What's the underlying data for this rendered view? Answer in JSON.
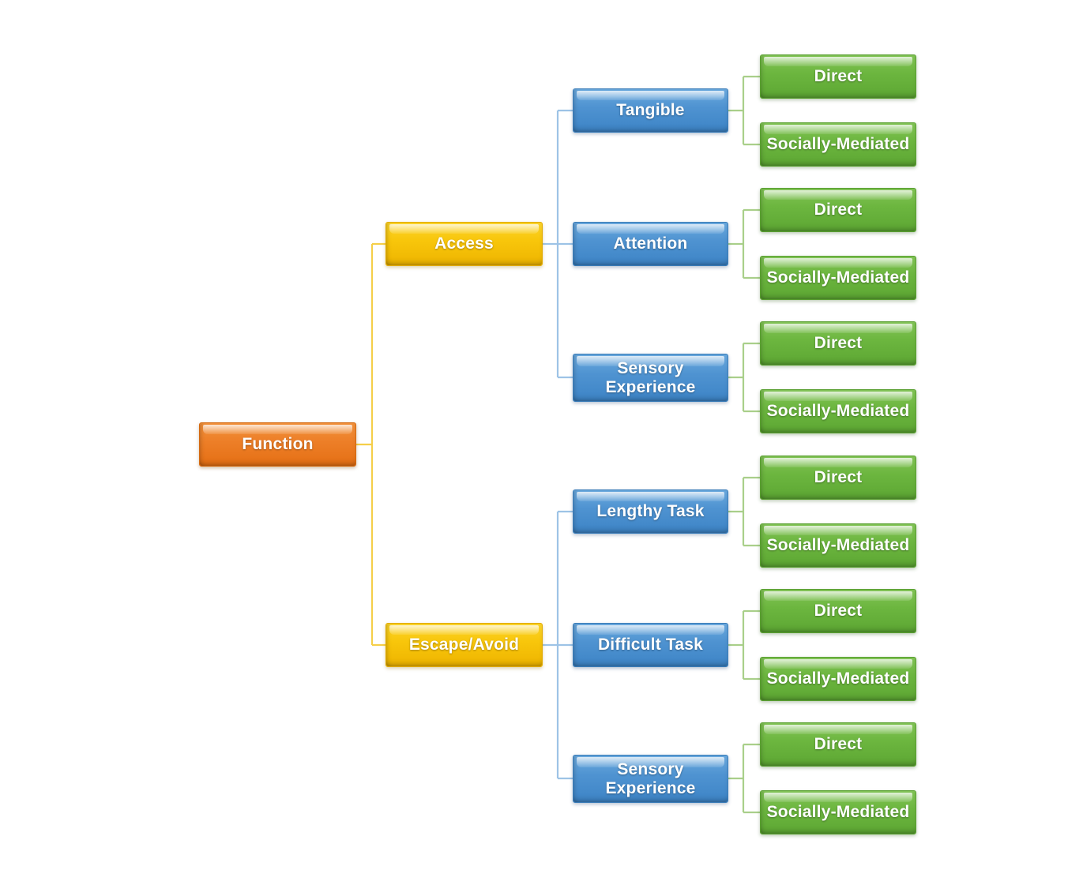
{
  "diagram": {
    "title": "Function",
    "type": "hierarchy-tree",
    "colors": {
      "root": "#ec7d26",
      "level1": "#f7c60c",
      "level2": "#4f93d1",
      "level3": "#6cb63f",
      "connector_root": "#f7c60c",
      "connector_level1": "#f5cf4a",
      "connector_level2": "#9dc3e6",
      "connector_level3": "#a9cf8a",
      "background": "#ffffff",
      "text": "#ffffff"
    },
    "root": {
      "label": "Function"
    },
    "branches": [
      {
        "label": "Access",
        "children": [
          {
            "label": "Tangible",
            "children": [
              {
                "label": "Direct"
              },
              {
                "label": "Socially-Mediated"
              }
            ]
          },
          {
            "label": "Attention",
            "children": [
              {
                "label": "Direct"
              },
              {
                "label": "Socially-Mediated"
              }
            ]
          },
          {
            "label": "Sensory\nExperience",
            "children": [
              {
                "label": "Direct"
              },
              {
                "label": "Socially-Mediated"
              }
            ]
          }
        ]
      },
      {
        "label": "Escape/Avoid",
        "children": [
          {
            "label": "Lengthy Task",
            "children": [
              {
                "label": "Direct"
              },
              {
                "label": "Socially-Mediated"
              }
            ]
          },
          {
            "label": "Difficult Task",
            "children": [
              {
                "label": "Direct"
              },
              {
                "label": "Socially-Mediated"
              }
            ]
          },
          {
            "label": "Sensory\nExperience",
            "children": [
              {
                "label": "Direct"
              },
              {
                "label": "Socially-Mediated"
              }
            ]
          }
        ]
      }
    ]
  },
  "nodes": {
    "root": {
      "label": "Function"
    },
    "access": {
      "label": "Access"
    },
    "escape": {
      "label": "Escape/Avoid"
    },
    "tangible": {
      "label": "Tangible"
    },
    "attention": {
      "label": "Attention"
    },
    "sensory_a": {
      "label": "Sensory\nExperience"
    },
    "lengthy": {
      "label": "Lengthy Task"
    },
    "difficult": {
      "label": "Difficult Task"
    },
    "sensory_e": {
      "label": "Sensory\nExperience"
    },
    "tangible_d": {
      "label": "Direct"
    },
    "tangible_sm": {
      "label": "Socially-Mediated"
    },
    "attention_d": {
      "label": "Direct"
    },
    "attention_sm": {
      "label": "Socially-Mediated"
    },
    "sensory_a_d": {
      "label": "Direct"
    },
    "sensory_a_sm": {
      "label": "Socially-Mediated"
    },
    "lengthy_d": {
      "label": "Direct"
    },
    "lengthy_sm": {
      "label": "Socially-Mediated"
    },
    "difficult_d": {
      "label": "Direct"
    },
    "difficult_sm": {
      "label": "Socially-Mediated"
    },
    "sensory_e_d": {
      "label": "Direct"
    },
    "sensory_e_sm": {
      "label": "Socially-Mediated"
    }
  }
}
